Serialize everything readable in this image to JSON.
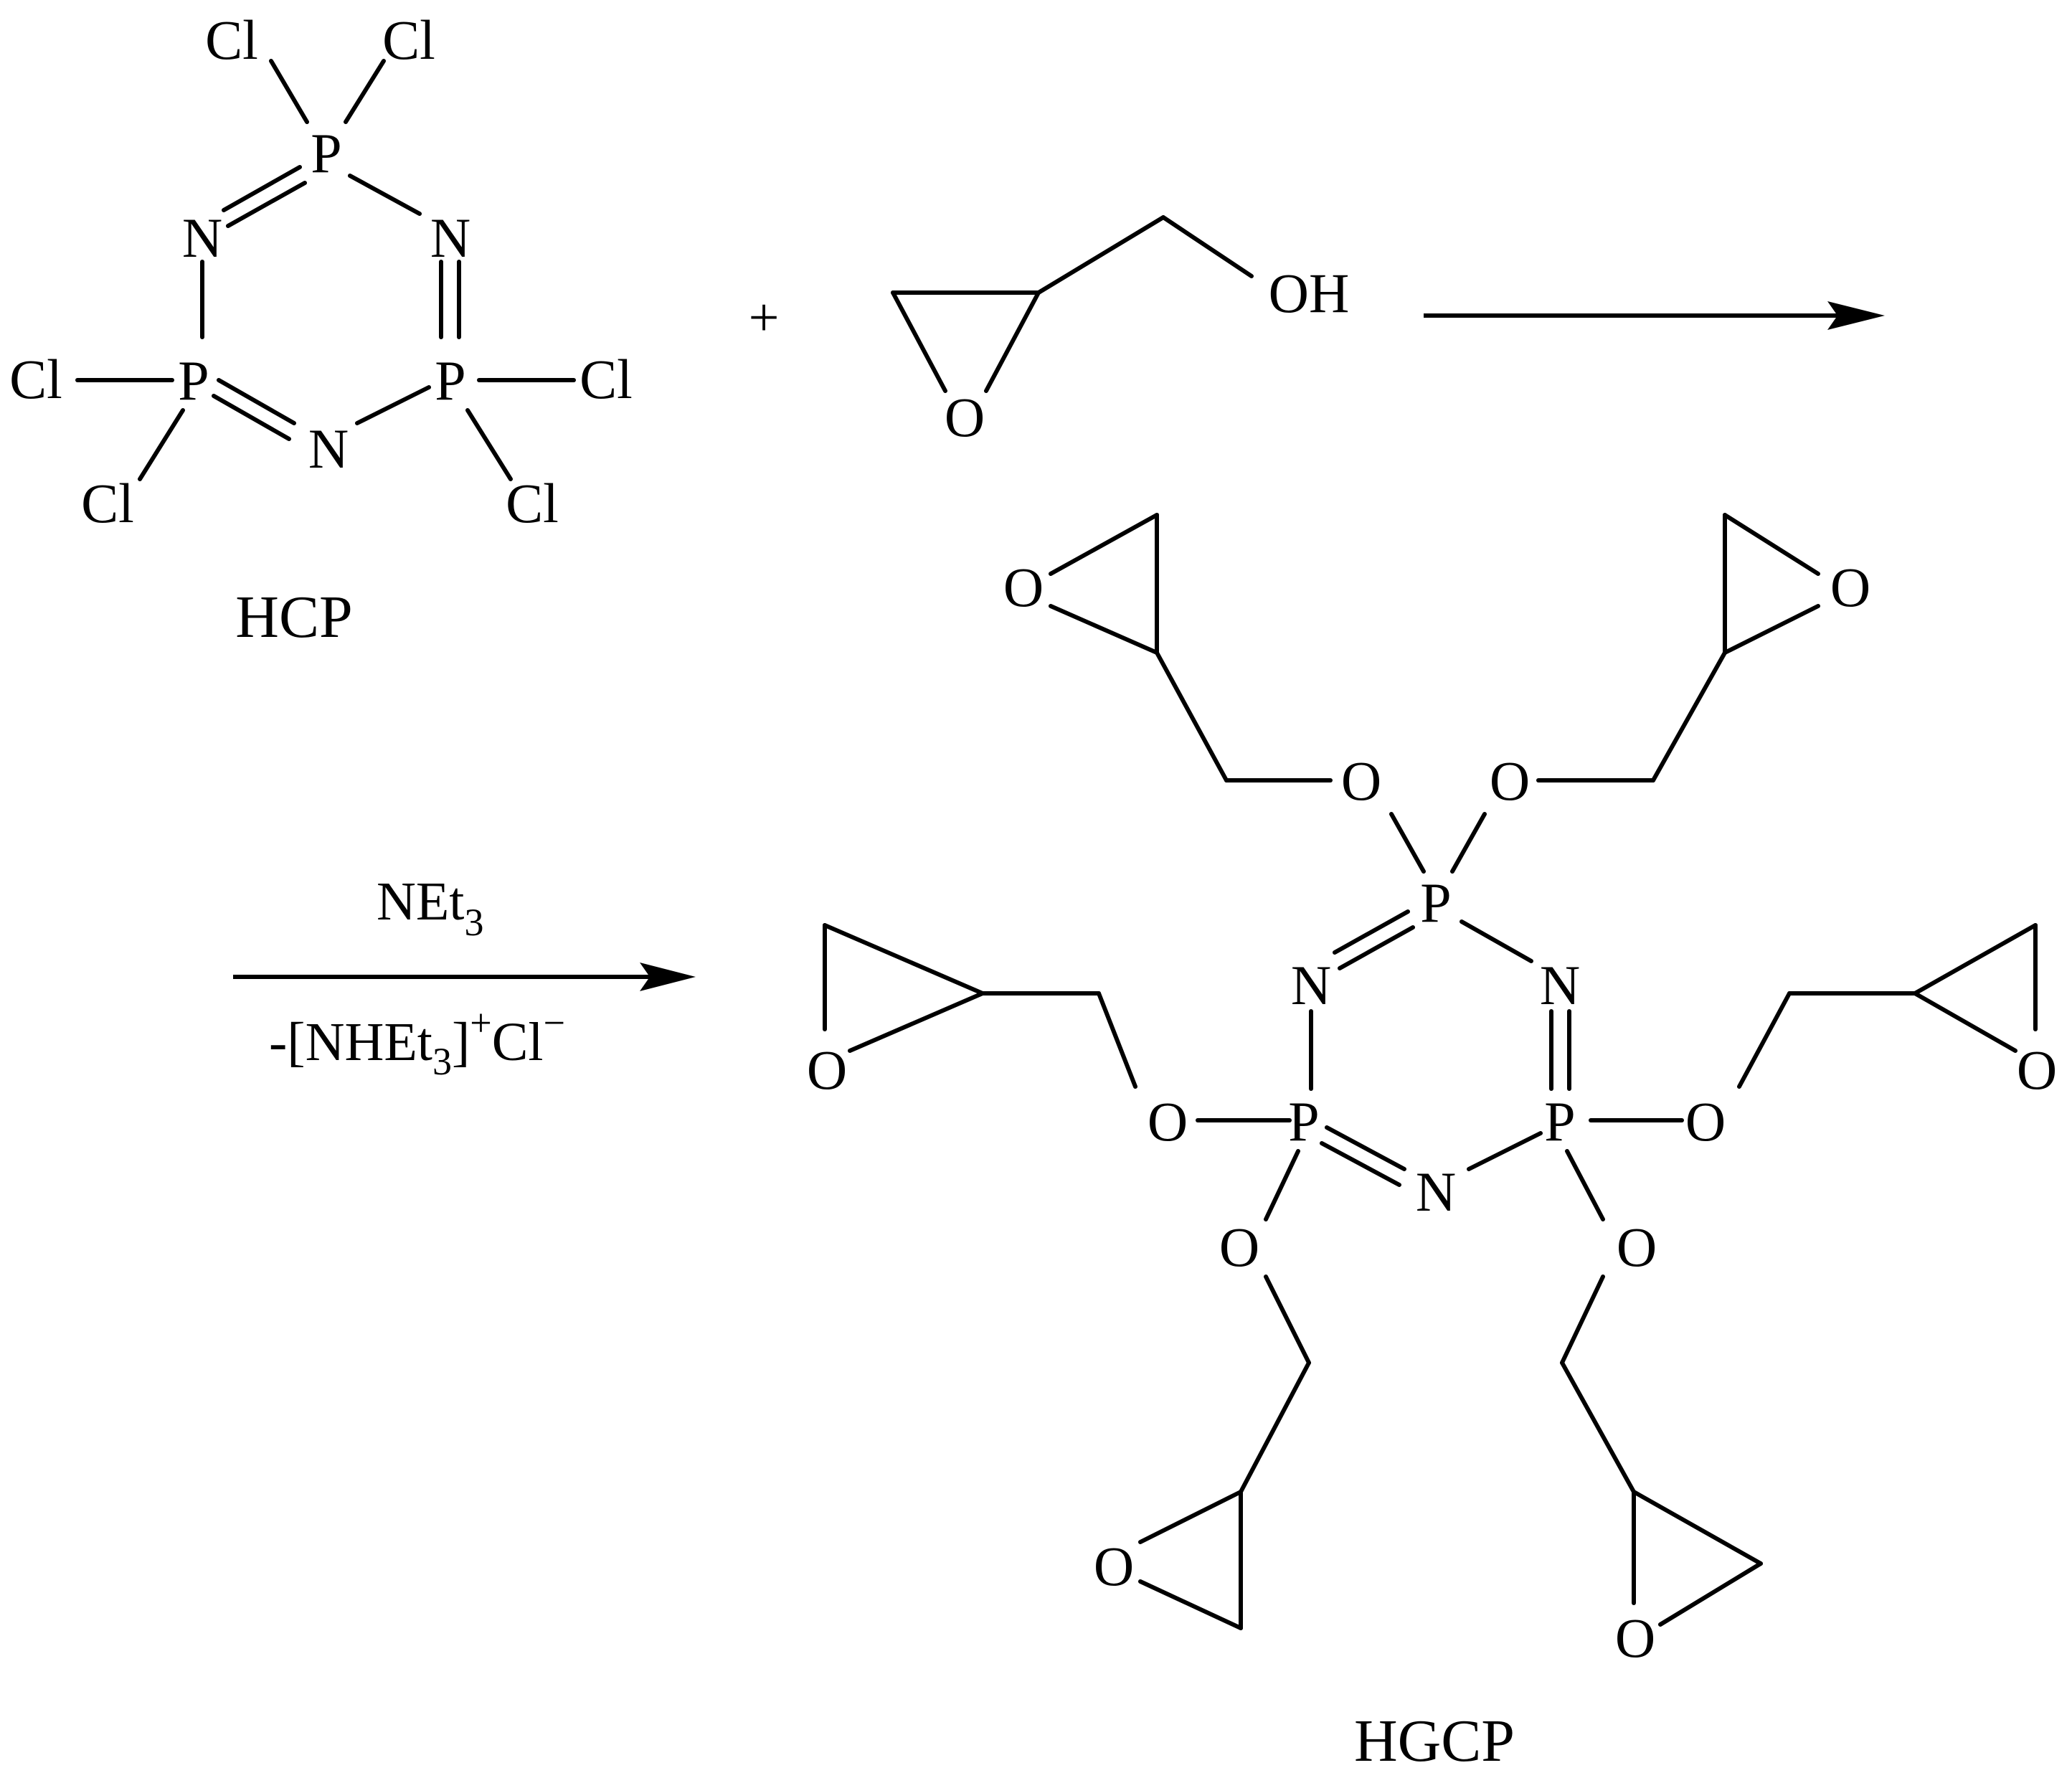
{
  "scheme": {
    "reactant_1": {
      "label": "HCP",
      "atoms": {
        "phosphorus": "P",
        "nitrogen": "N",
        "chlorine": "Cl"
      }
    },
    "plus_sign": "+",
    "reactant_2": {
      "hydroxyl": "OH",
      "ring_oxygen": "O"
    },
    "conditions": {
      "reagent": "NEt",
      "reagent_subscript": "3",
      "byproduct_prefix": "-[NHEt",
      "byproduct_subscript": "3",
      "byproduct_bracket": "]",
      "byproduct_charge_plus": "+",
      "byproduct_anion": "Cl",
      "byproduct_charge_minus": "−"
    },
    "product": {
      "label": "HGCP",
      "atoms": {
        "phosphorus": "P",
        "nitrogen": "N",
        "oxygen": "O"
      }
    }
  }
}
